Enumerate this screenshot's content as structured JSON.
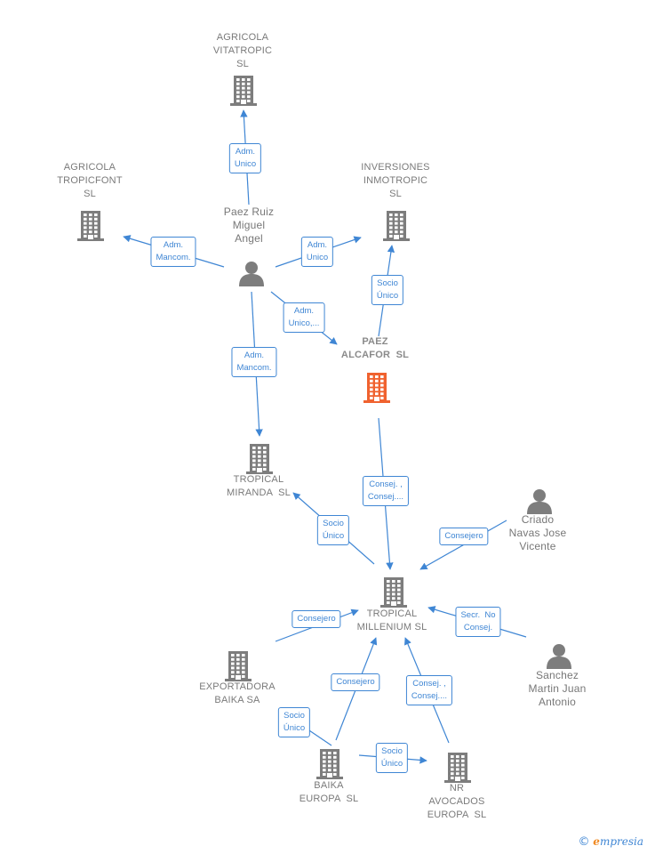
{
  "colors": {
    "edge": "#3f86d4",
    "company_icon": "#7d7d7d",
    "focus_icon": "#f0622f",
    "person_icon": "#7d7d7d",
    "label": "#7a7a7a"
  },
  "nodes": [
    {
      "id": "agricola_vitatropic",
      "kind": "company",
      "lines": [
        "AGRICOLA",
        "VITATROPIC",
        "SL"
      ]
    },
    {
      "id": "agricola_tropicfont",
      "kind": "company",
      "lines": [
        "AGRICOLA",
        "TROPICFONT",
        "SL"
      ]
    },
    {
      "id": "inversiones_inmotropic",
      "kind": "company",
      "lines": [
        "INVERSIONES",
        "INMOTROPIC",
        "SL"
      ]
    },
    {
      "id": "paez_ruiz",
      "kind": "person",
      "lines": [
        "Paez Ruiz",
        "Miguel",
        "Angel"
      ]
    },
    {
      "id": "paez_alcafor",
      "kind": "focus",
      "lines": [
        "PAEZ",
        "ALCAFOR  SL"
      ]
    },
    {
      "id": "tropical_miranda",
      "kind": "company",
      "lines": [
        "TROPICAL",
        "MIRANDA  SL"
      ]
    },
    {
      "id": "criado_navas",
      "kind": "person",
      "lines": [
        "Criado",
        "Navas Jose",
        "Vicente"
      ]
    },
    {
      "id": "tropical_millenium",
      "kind": "company",
      "lines": [
        "TROPICAL",
        "MILLENIUM SL"
      ]
    },
    {
      "id": "exportadora_baika",
      "kind": "company",
      "lines": [
        "EXPORTADORA",
        "BAIKA SA"
      ]
    },
    {
      "id": "sanchez_martin",
      "kind": "person",
      "lines": [
        "Sanchez",
        "Martin Juan",
        "Antonio"
      ]
    },
    {
      "id": "baika_europa",
      "kind": "company",
      "lines": [
        "BAIKA",
        "EUROPA  SL"
      ]
    },
    {
      "id": "nr_avocados",
      "kind": "company",
      "lines": [
        "NR",
        "AVOCADOS",
        "EUROPA  SL"
      ]
    }
  ],
  "edges": [
    {
      "id": "e1",
      "lines": [
        "Adm.",
        "Unico"
      ]
    },
    {
      "id": "e2",
      "lines": [
        "Adm.",
        "Mancom."
      ]
    },
    {
      "id": "e3",
      "lines": [
        "Adm.",
        "Unico"
      ]
    },
    {
      "id": "e4",
      "lines": [
        "Adm.",
        "Unico,..."
      ]
    },
    {
      "id": "e5",
      "lines": [
        "Socio",
        "Único"
      ]
    },
    {
      "id": "e6",
      "lines": [
        "Adm.",
        "Mancom."
      ]
    },
    {
      "id": "e7",
      "lines": [
        "Consej. ,",
        "Consej...."
      ]
    },
    {
      "id": "e8",
      "lines": [
        "Socio",
        "Único"
      ]
    },
    {
      "id": "e9",
      "lines": [
        "Consejero"
      ]
    },
    {
      "id": "e10",
      "lines": [
        "Consejero"
      ]
    },
    {
      "id": "e11",
      "lines": [
        "Secr.  No",
        "Consej."
      ]
    },
    {
      "id": "e12",
      "lines": [
        "Consejero"
      ]
    },
    {
      "id": "e13",
      "lines": [
        "Consej. ,",
        "Consej...."
      ]
    },
    {
      "id": "e14",
      "lines": [
        "Socio",
        "Único"
      ]
    },
    {
      "id": "e15",
      "lines": [
        "Socio",
        "Único"
      ]
    }
  ],
  "brand": {
    "copyright": "©",
    "initial": "e",
    "rest": "mpresia"
  }
}
